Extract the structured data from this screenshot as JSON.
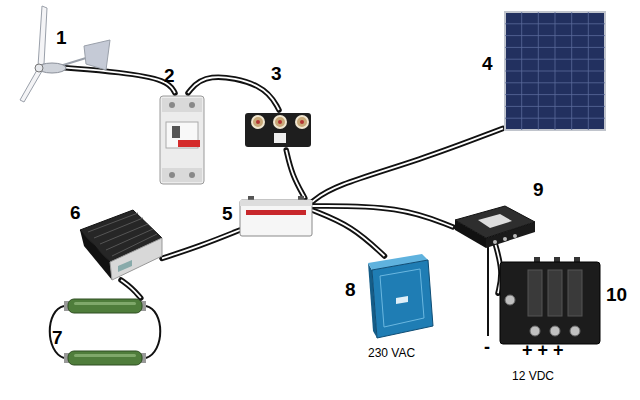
{
  "diagram": {
    "nodes": [
      {
        "text": [
          "1"
        ]
      },
      {
        "text": [
          "2"
        ]
      },
      {
        "text": [
          "3"
        ]
      },
      {
        "text": [
          "4"
        ]
      },
      {
        "text": [
          "5"
        ]
      },
      {
        "text": [
          "6"
        ]
      },
      {
        "text": [
          "7"
        ]
      },
      {
        "text": [
          "8",
          "230 VAC"
        ]
      },
      {
        "text": [
          "9"
        ]
      },
      {
        "text": [
          "10",
          "+++",
          "12 VDC"
        ]
      }
    ],
    "edges": [
      {
        "from": 0,
        "to": 1,
        "arrow": "none"
      },
      {
        "from": 1,
        "to": 2,
        "arrow": "none"
      },
      {
        "from": 2,
        "to": 4,
        "arrow": "none"
      },
      {
        "from": 3,
        "to": 4,
        "arrow": "none"
      },
      {
        "from": 4,
        "to": 5,
        "arrow": "none"
      },
      {
        "from": 5,
        "to": 6,
        "arrow": "none"
      },
      {
        "from": 4,
        "to": 7,
        "arrow": "none"
      },
      {
        "from": 4,
        "to": 8,
        "arrow": "none"
      },
      {
        "from": 8,
        "to": 9,
        "arrow": "none"
      }
    ],
    "labels": [
      "-"
    ]
  }
}
